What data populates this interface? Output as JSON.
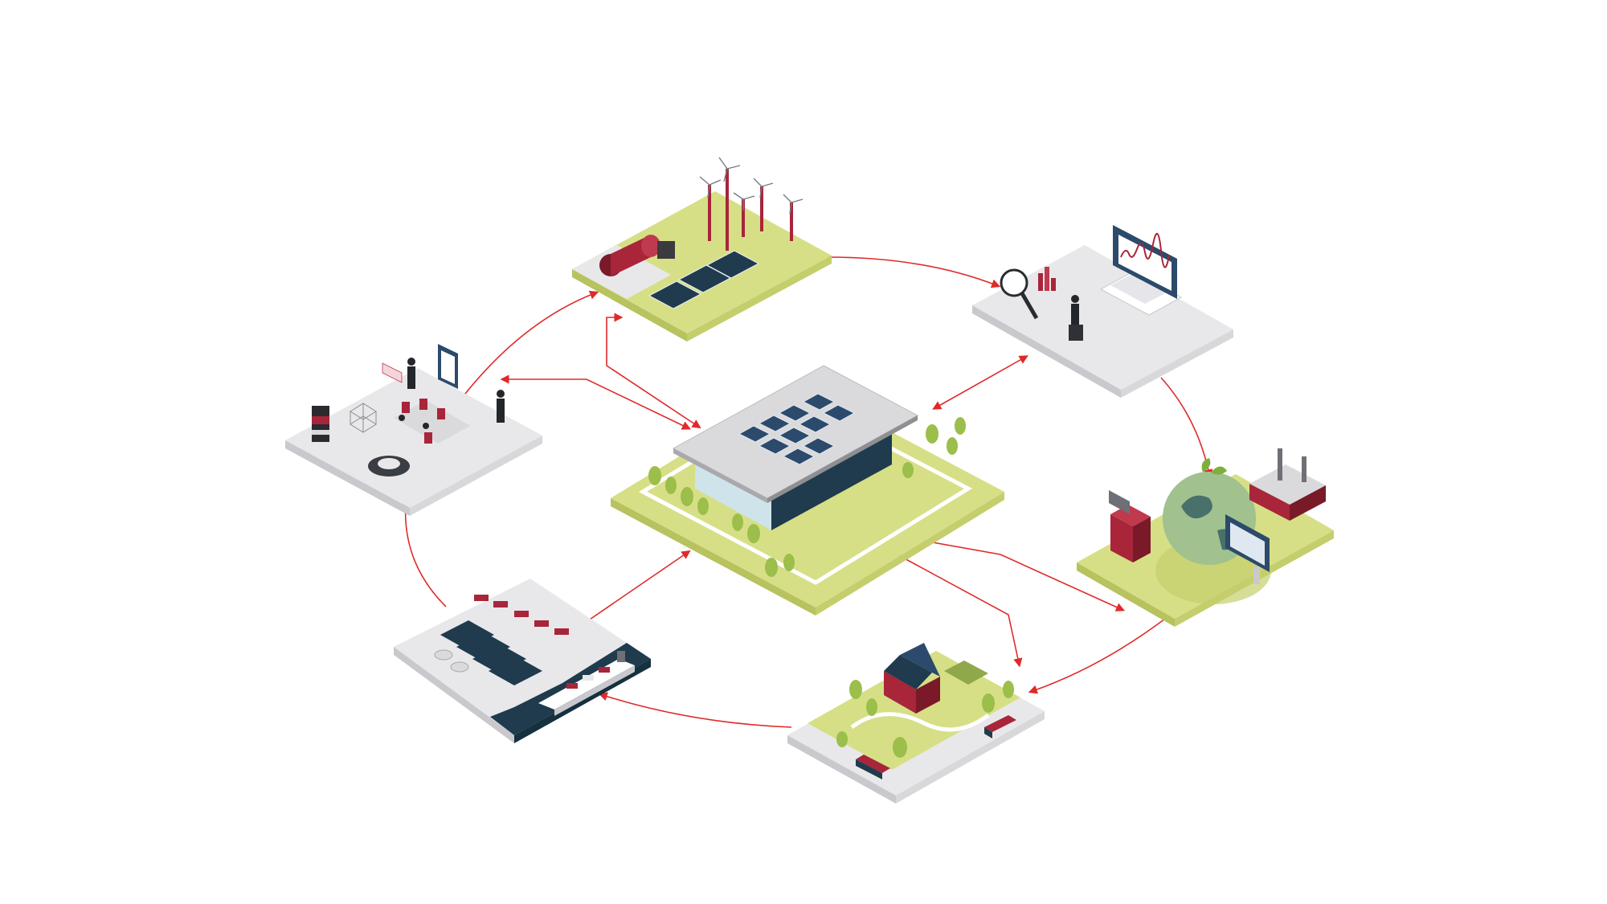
{
  "diagram": {
    "style": "isometric",
    "palette": {
      "background": "#ffffff",
      "tile_grey": "#e8e8ea",
      "tile_grey_side": "#c9c9cd",
      "tile_green": "#d6df86",
      "tile_green_side": "#b8c25f",
      "accent_red": "#a8253a",
      "connector": "#e02a2a",
      "dark": "#1f3b4d",
      "figure": "#23262b"
    },
    "nodes": [
      {
        "id": "central-building",
        "icon": "solar-roof-building-icon"
      },
      {
        "id": "renewable-energy",
        "icon": "wind-turbine-icon"
      },
      {
        "id": "data-analytics",
        "icon": "laptop-chart-icon"
      },
      {
        "id": "recycling",
        "icon": "globe-recycle-icon"
      },
      {
        "id": "residential",
        "icon": "house-icon"
      },
      {
        "id": "logistics-port",
        "icon": "cargo-ship-icon"
      },
      {
        "id": "office-collaboration",
        "icon": "meeting-table-icon"
      }
    ],
    "cycle_order": [
      "renewable-energy",
      "data-analytics",
      "recycling",
      "residential",
      "logistics-port",
      "office-collaboration"
    ],
    "links_to_center": [
      "renewable-energy",
      "data-analytics",
      "recycling",
      "residential",
      "logistics-port",
      "office-collaboration"
    ]
  }
}
